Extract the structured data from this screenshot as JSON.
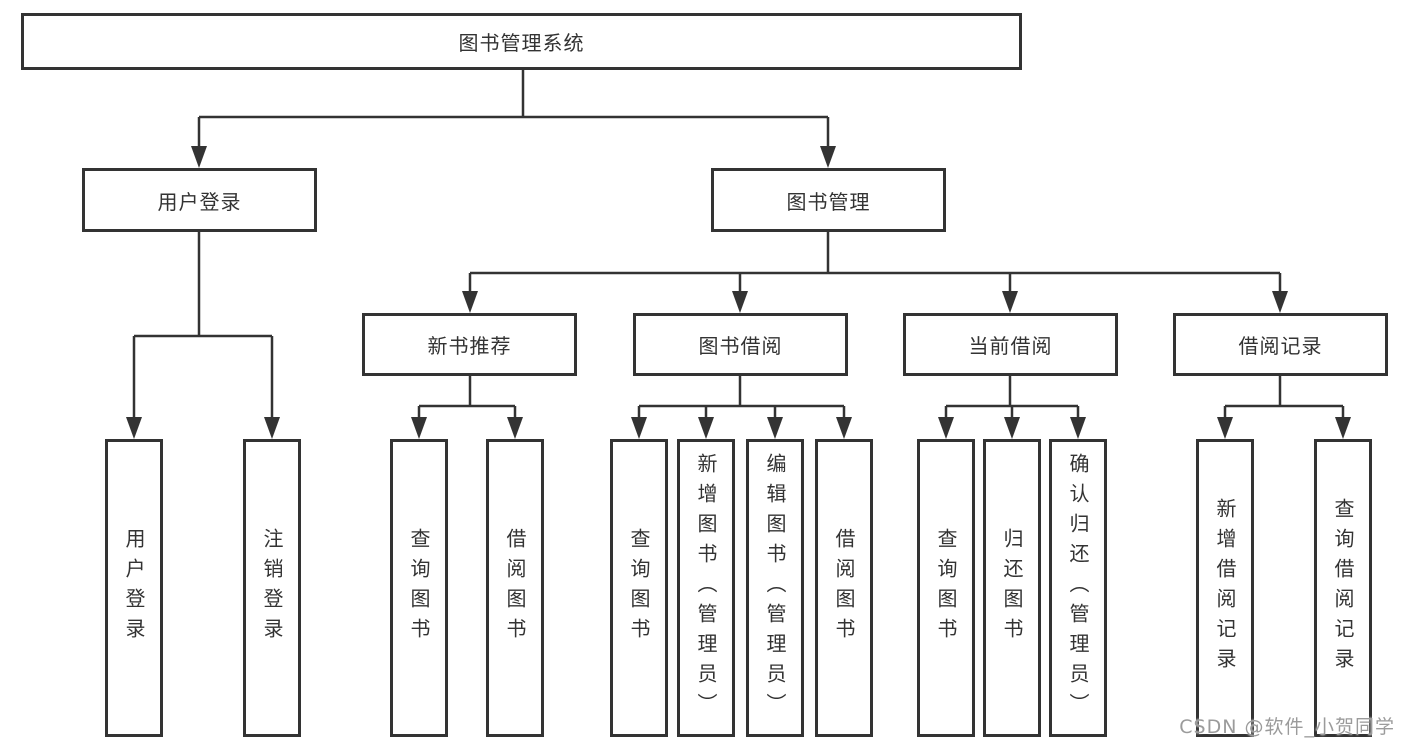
{
  "diagram": {
    "root": {
      "label": "图书管理系统"
    },
    "branches": [
      {
        "label": "用户登录",
        "children": [
          {
            "label": "用户登录"
          },
          {
            "label": "注销登录"
          }
        ]
      },
      {
        "label": "图书管理",
        "children": [
          {
            "label": "新书推荐",
            "children": [
              {
                "label": "查询图书"
              },
              {
                "label": "借阅图书"
              }
            ]
          },
          {
            "label": "图书借阅",
            "children": [
              {
                "label": "查询图书"
              },
              {
                "label": "新增图书（管理员）"
              },
              {
                "label": "编辑图书（管理员）"
              },
              {
                "label": "借阅图书"
              }
            ]
          },
          {
            "label": "当前借阅",
            "children": [
              {
                "label": "查询图书"
              },
              {
                "label": "归还图书"
              },
              {
                "label": "确认归还（管理员）"
              }
            ]
          },
          {
            "label": "借阅记录",
            "children": [
              {
                "label": "新增借阅记录"
              },
              {
                "label": "查询借阅记录"
              }
            ]
          }
        ]
      }
    ]
  },
  "watermark": "CSDN @软件_小贺同学",
  "colors": {
    "line": "#333333",
    "text": "#333333",
    "watermark": "#9b9b9b",
    "background": "#ffffff"
  }
}
